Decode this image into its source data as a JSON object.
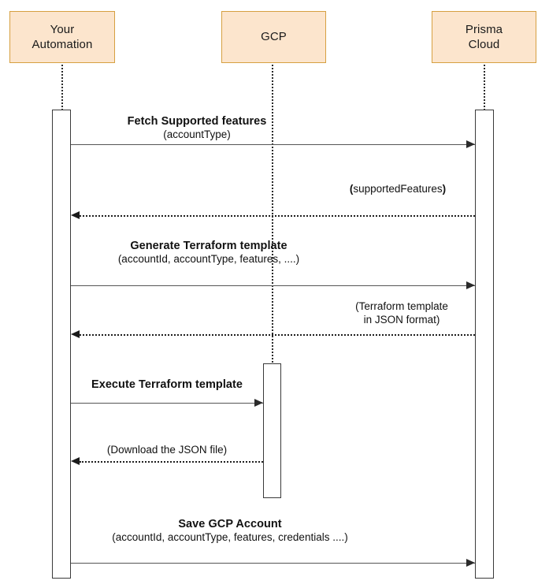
{
  "diagram": {
    "type": "sequence-diagram",
    "title": "Prisma Cloud GCP onboarding automation sequence",
    "colors": {
      "participant_fill": "#fce5cd",
      "participant_border": "#d6a041",
      "line": "#555555",
      "dotted_line": "#1e1e1e",
      "activation_border": "#3a3a3a",
      "text": "#111111",
      "background": "#ffffff"
    },
    "participants": [
      {
        "id": "automation",
        "label_line1": "Your",
        "label_line2": "Automation"
      },
      {
        "id": "gcp",
        "label_line1": "GCP",
        "label_line2": ""
      },
      {
        "id": "prisma",
        "label_line1": "Prisma",
        "label_line2": "Cloud"
      }
    ],
    "messages": [
      {
        "id": "fetch-supported-features",
        "from": "automation",
        "to": "prisma",
        "style": "solid",
        "direction": "right",
        "title": "Fetch Supported features",
        "args": "(accountType)",
        "args_line2": ""
      },
      {
        "id": "supported-features-return",
        "from": "prisma",
        "to": "automation",
        "style": "dotted",
        "direction": "left",
        "title": "",
        "args_open": "(",
        "args_inner": "supportedFeatures",
        "args_close": ")",
        "args_line2": ""
      },
      {
        "id": "generate-terraform-template",
        "from": "automation",
        "to": "prisma",
        "style": "solid",
        "direction": "right",
        "title": "Generate Terraform template",
        "args": "(accountId, accountType, features, ....)",
        "args_line2": ""
      },
      {
        "id": "terraform-template-return",
        "from": "prisma",
        "to": "automation",
        "style": "dotted",
        "direction": "left",
        "title": "",
        "args": "(Terraform template",
        "args_line2": "in JSON format)"
      },
      {
        "id": "execute-terraform-template",
        "from": "automation",
        "to": "gcp",
        "style": "solid",
        "direction": "right",
        "title": "Execute Terraform template",
        "args": "",
        "args_line2": ""
      },
      {
        "id": "download-json-file-return",
        "from": "gcp",
        "to": "automation",
        "style": "dotted",
        "direction": "left",
        "title": "",
        "args": "(Download the JSON file)",
        "args_line2": ""
      },
      {
        "id": "save-gcp-account",
        "from": "automation",
        "to": "prisma",
        "style": "solid",
        "direction": "right",
        "title": "Save GCP Account",
        "args": "(accountId, accountType, features, credentials ....)",
        "args_line2": ""
      }
    ]
  }
}
